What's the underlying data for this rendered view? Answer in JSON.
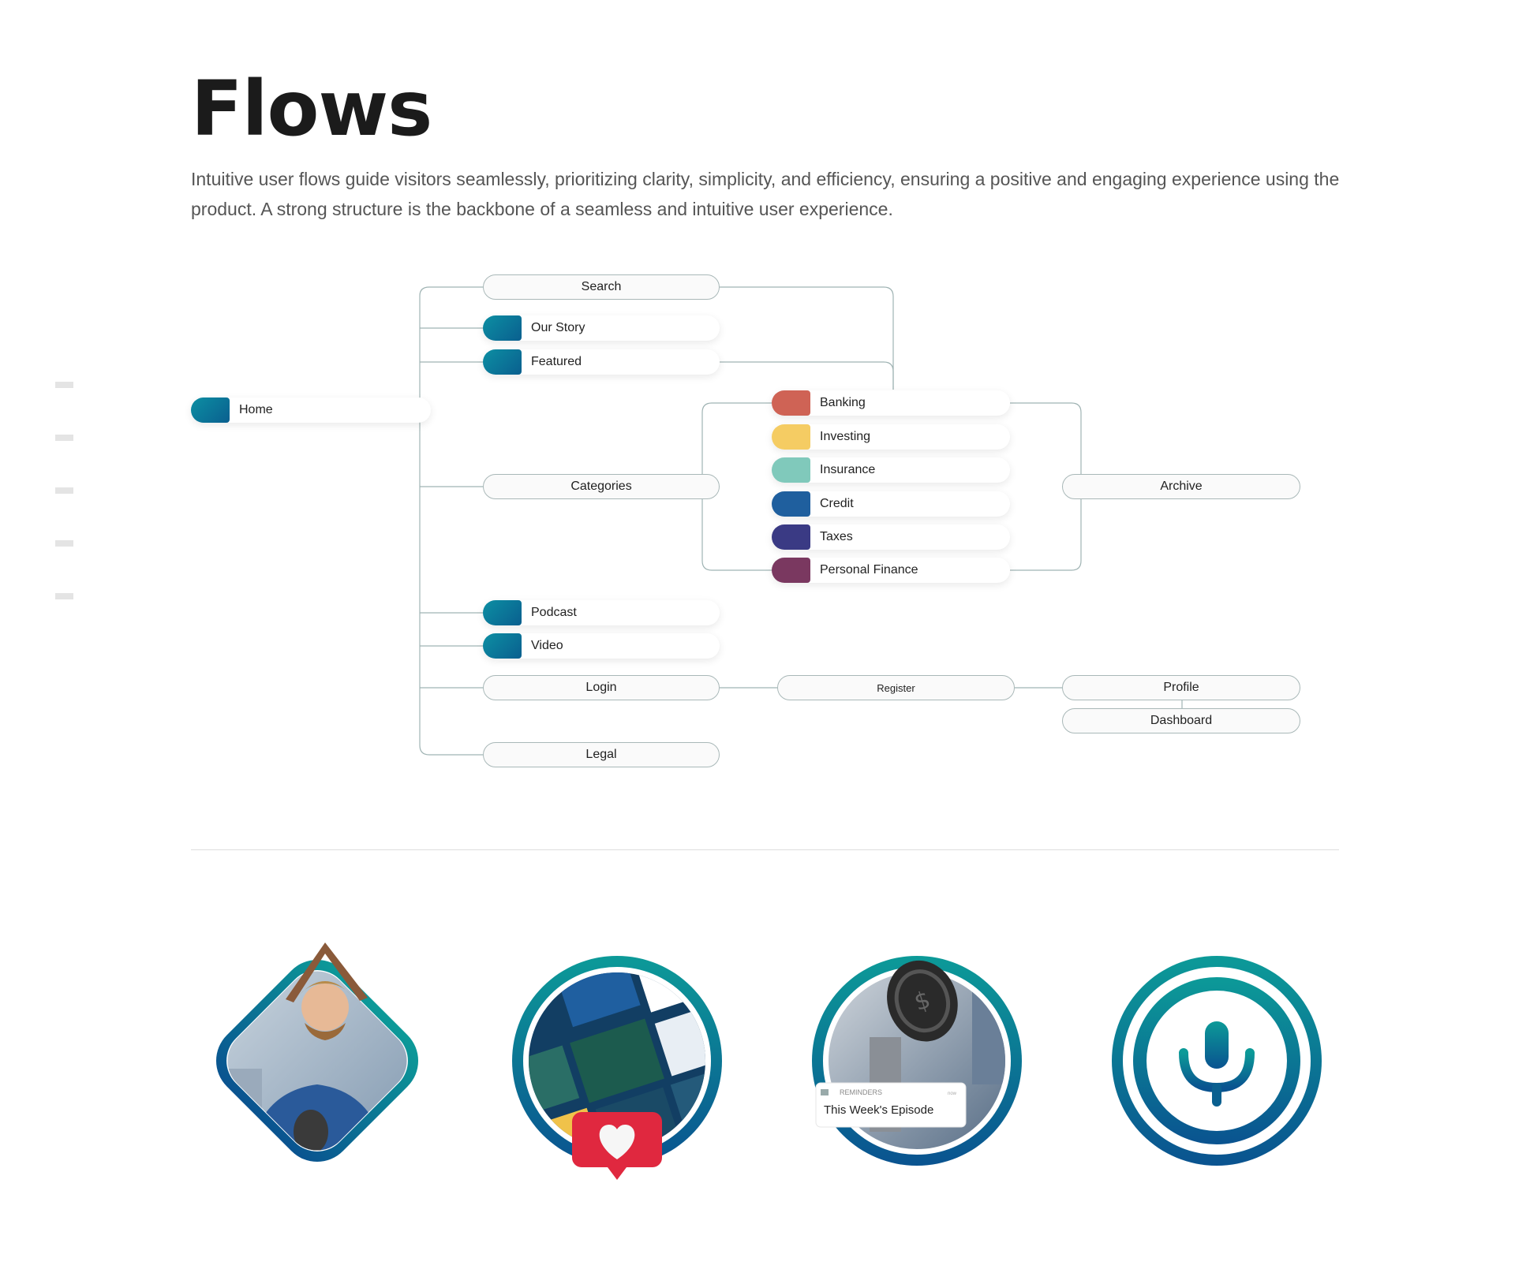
{
  "header": {
    "title": "Flows",
    "description": "Intuitive user flows guide visitors seamlessly, prioritizing clarity, simplicity, and efficiency, ensuring a positive and engaging experience using the product. A strong structure is the backbone of a seamless and intuitive user experience."
  },
  "flow": {
    "home": "Home",
    "search": "Search",
    "our_story": "Our Story",
    "featured": "Featured",
    "categories": "Categories",
    "podcast": "Podcast",
    "video": "Video",
    "login": "Login",
    "legal": "Legal",
    "register": "Register",
    "profile": "Profile",
    "dashboard": "Dashboard",
    "archive": "Archive",
    "category_items": [
      {
        "label": "Banking",
        "color": "#cf6355"
      },
      {
        "label": "Investing",
        "color": "#f5cc63"
      },
      {
        "label": "Insurance",
        "color": "#80c9bb"
      },
      {
        "label": "Credit",
        "color": "#1f5f9e"
      },
      {
        "label": "Taxes",
        "color": "#3a3a84"
      },
      {
        "label": "Personal Finance",
        "color": "#7a3860"
      }
    ]
  },
  "colors": {
    "accent_teal": "#0c8fa3",
    "accent_blue": "#0a5f8f",
    "like_red": "#e0283f"
  },
  "illustrations": {
    "reminder_card": {
      "label": "REMINDERS",
      "time": "now",
      "text": "This Week's Episode"
    },
    "icons": [
      "person-under-book-diamond-icon",
      "articles-heart-circle-icon",
      "microphone-reminder-circle-icon",
      "microphone-circle-icon"
    ]
  }
}
